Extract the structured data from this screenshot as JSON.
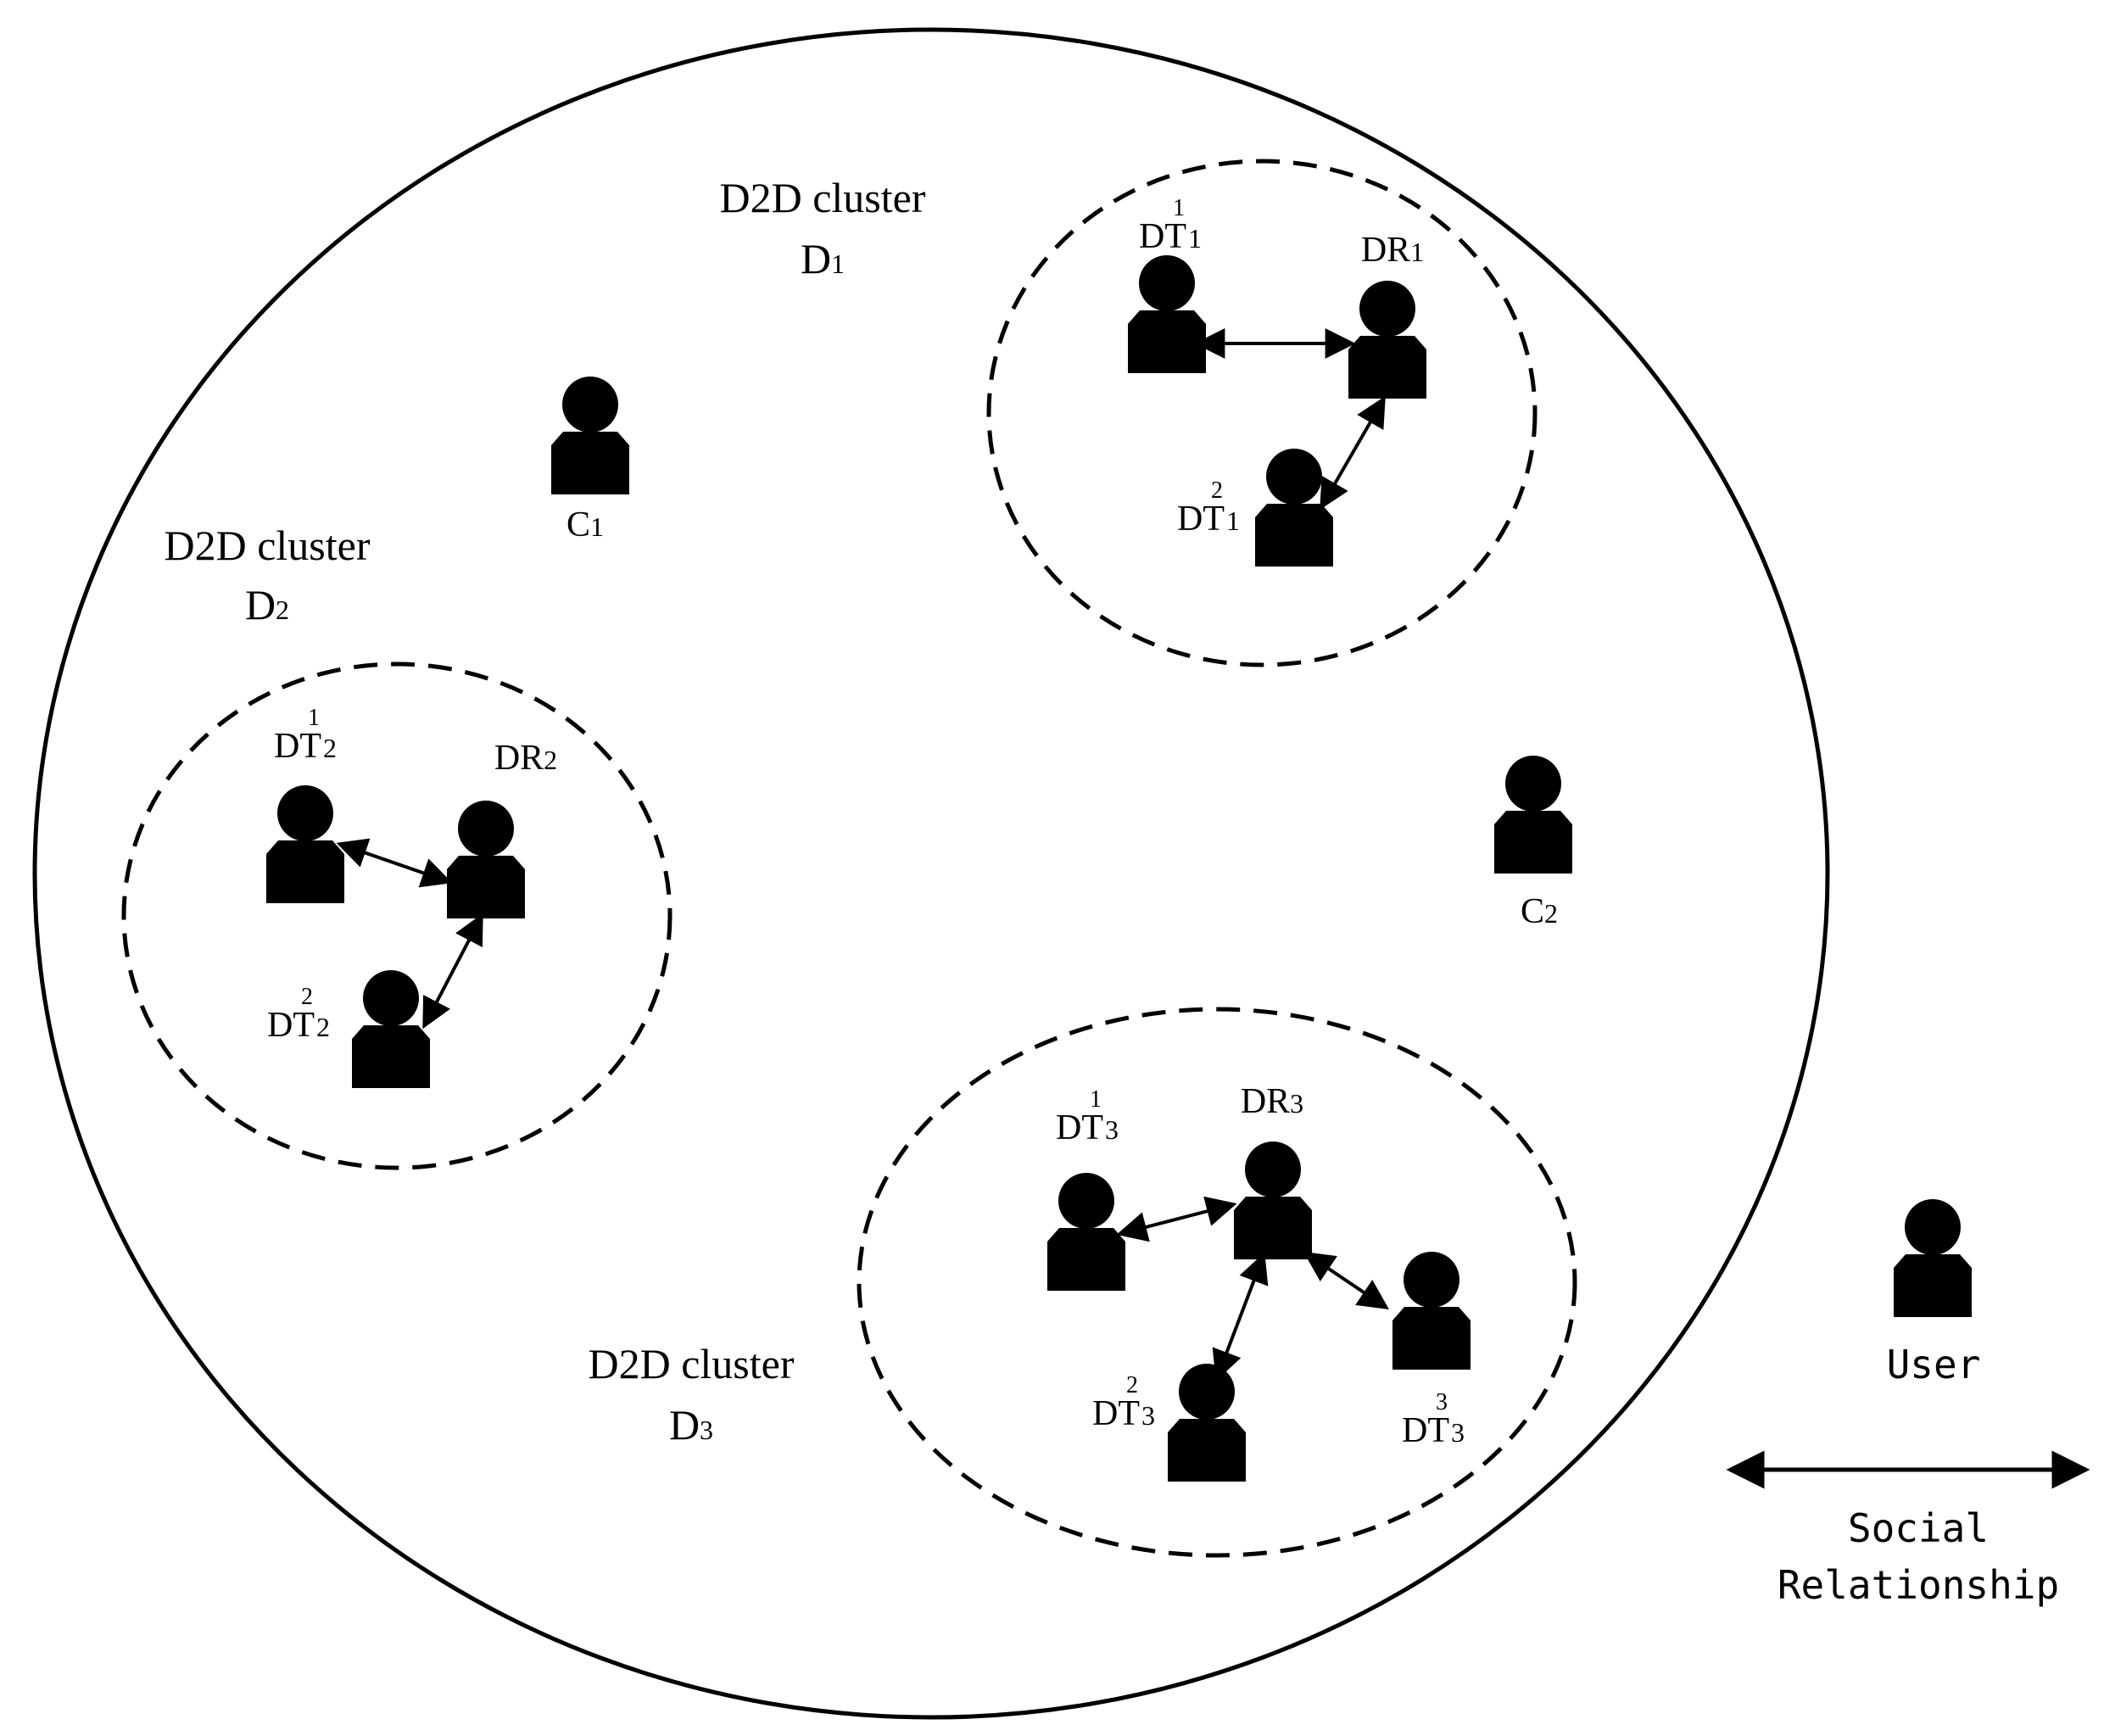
{
  "clusters": [
    {
      "title": "D2D cluster",
      "name": "D",
      "sub": "1"
    },
    {
      "title": "D2D cluster",
      "name": "D",
      "sub": "2"
    },
    {
      "title": "D2D cluster",
      "name": "D",
      "sub": "3"
    }
  ],
  "users": {
    "c1": {
      "base": "C",
      "sub": "1"
    },
    "c2": {
      "base": "C",
      "sub": "2"
    },
    "dt1_1": {
      "base": "DT",
      "sub": "1",
      "sup": "1"
    },
    "dr1": {
      "base": "DR",
      "sub": "1"
    },
    "dt1_2": {
      "base": "DT",
      "sub": "1",
      "sup": "2"
    },
    "dt2_1": {
      "base": "DT",
      "sub": "2",
      "sup": "1"
    },
    "dr2": {
      "base": "DR",
      "sub": "2"
    },
    "dt2_2": {
      "base": "DT",
      "sub": "2",
      "sup": "2"
    },
    "dt3_1": {
      "base": "DT",
      "sub": "3",
      "sup": "1"
    },
    "dr3": {
      "base": "DR",
      "sub": "3"
    },
    "dt3_2": {
      "base": "DT",
      "sub": "3",
      "sup": "2"
    },
    "dt3_3": {
      "base": "DT",
      "sub": "3",
      "sup": "3"
    }
  },
  "legend": {
    "user_label": "User",
    "relation_line1": "Social",
    "relation_line2": "Relationship"
  },
  "colors": {
    "ink": "#000000",
    "background": "#ffffff"
  }
}
